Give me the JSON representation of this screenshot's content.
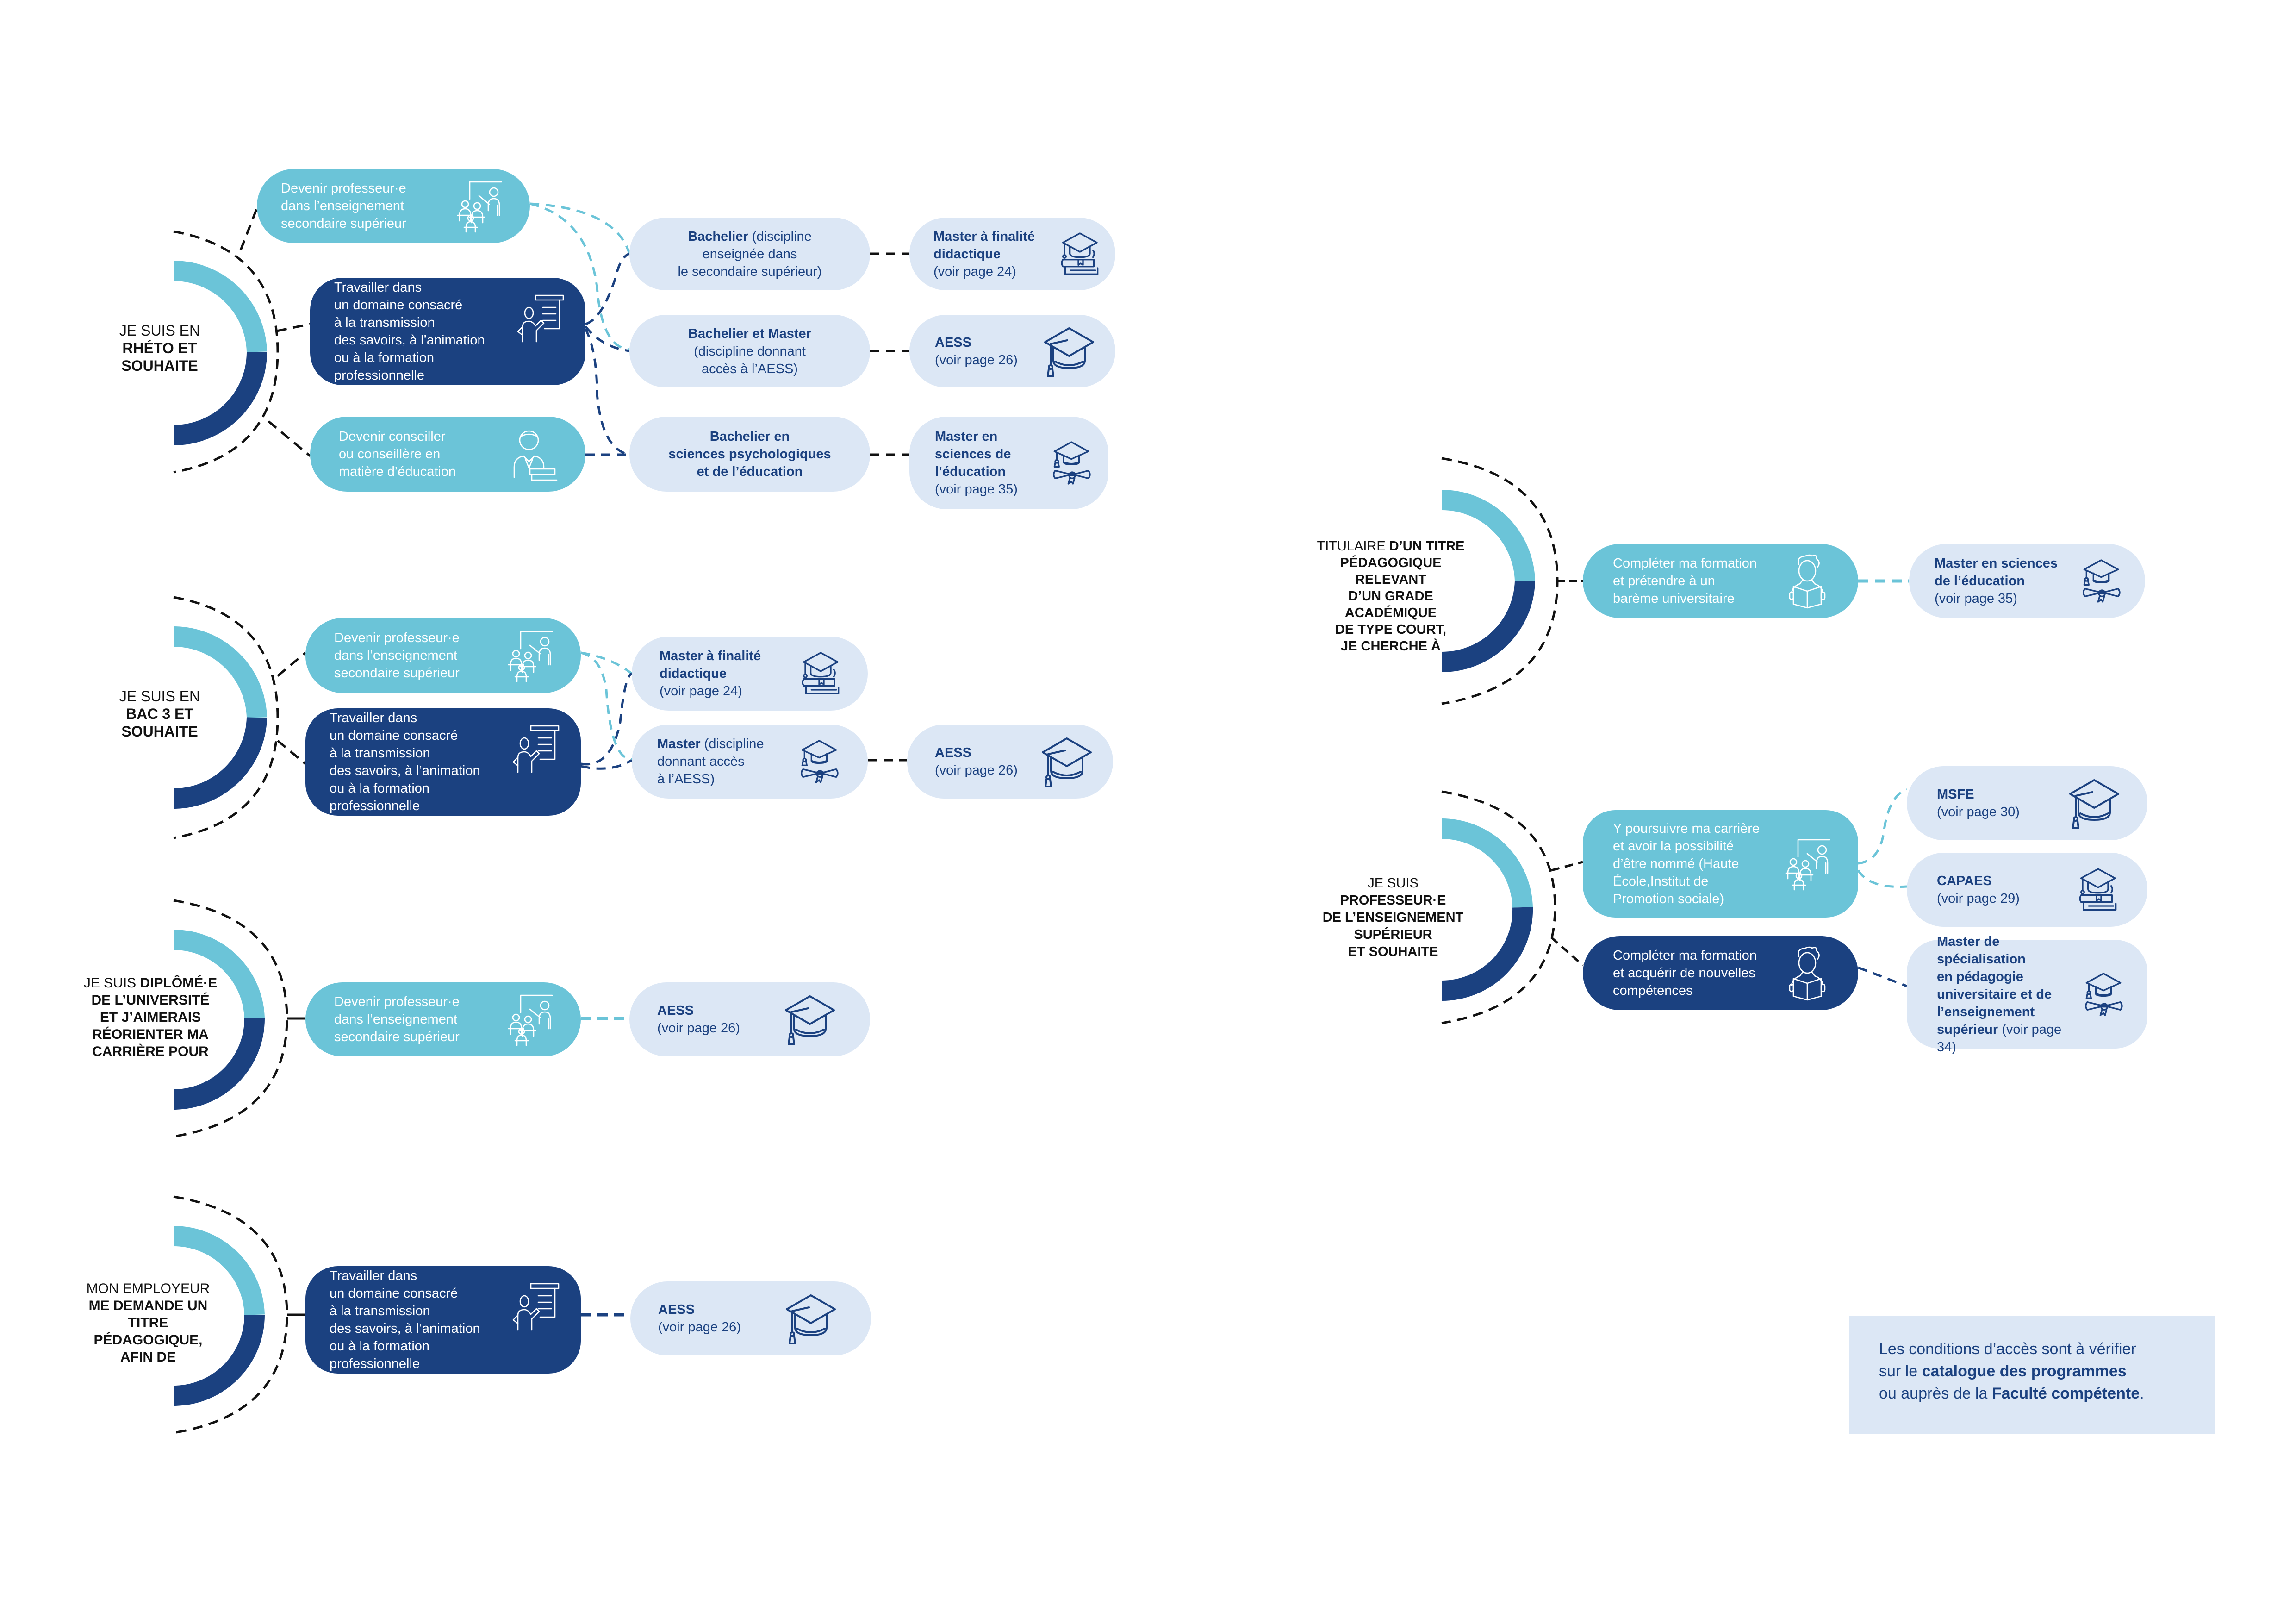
{
  "colors": {
    "light_cyan": "#6BC4D8",
    "navy": "#1B4180",
    "pale_blue": "#DCE7F5",
    "text_dark": "#111111"
  },
  "sections": [
    {
      "id": "rheto",
      "start": {
        "line1": "JE SUIS EN",
        "line2": "RHÉTO ET",
        "line3": "SOUHAITE"
      },
      "goals": [
        {
          "text": [
            "Devenir professeur·e",
            "dans l’enseignement",
            "secondaire supérieur"
          ],
          "icon": "classroom-teacher-icon",
          "style": "light"
        },
        {
          "text": [
            "Travailler dans",
            "un domaine consacré",
            "à la transmission",
            "des savoirs, à l’animation",
            "ou à la formation professionnelle"
          ],
          "icon": "presenter-board-icon",
          "style": "dark"
        },
        {
          "text": [
            "Devenir conseiller",
            "ou conseillère en",
            "matière d’éducation"
          ],
          "icon": "advisor-books-icon",
          "style": "light"
        }
      ],
      "studies": [
        {
          "bold": "Bachelier",
          "rest": " (discipline",
          "lines": [
            "enseignée dans",
            "le secondaire supérieur)"
          ]
        },
        {
          "bold": "Bachelier et Master",
          "rest": "",
          "lines": [
            "(discipline donnant",
            "accès à l’AESS)"
          ]
        },
        {
          "bold_lines": [
            "Bachelier en",
            "sciences psychologiques",
            "et de l’éducation"
          ]
        }
      ],
      "outcomes": [
        {
          "title_lines": [
            "Master à finalité",
            "didactique"
          ],
          "ref": "(voir page 24)",
          "icon": "graduation-books-icon"
        },
        {
          "title_lines": [
            "AESS"
          ],
          "ref": "(voir page 26)",
          "icon": "graduation-cap-icon"
        },
        {
          "title_lines": [
            "Master en",
            "sciences de",
            "l’éducation"
          ],
          "ref": "(voir page 35)",
          "icon": "cap-diploma-icon"
        }
      ]
    },
    {
      "id": "bac3",
      "start": {
        "line1": "JE SUIS EN",
        "line2": "BAC 3 ET",
        "line3": "SOUHAITE"
      },
      "goals": [
        {
          "text": [
            "Devenir professeur·e",
            "dans l’enseignement",
            "secondaire supérieur"
          ],
          "icon": "classroom-teacher-icon",
          "style": "light"
        },
        {
          "text": [
            "Travailler dans",
            "un domaine consacré",
            "à la transmission",
            "des savoirs, à l’animation",
            "ou à la formation professionnelle"
          ],
          "icon": "presenter-board-icon",
          "style": "dark"
        }
      ],
      "studies": [
        {
          "title_lines": [
            "Master à finalité",
            "didactique"
          ],
          "ref": "(voir page 24)",
          "icon": "graduation-books-icon"
        },
        {
          "bold": "Master",
          "rest": " (discipline",
          "lines": [
            "donnant accès",
            "à l’AESS)"
          ],
          "icon": "cap-diploma-icon"
        }
      ],
      "outcomes": [
        {
          "title_lines": [
            "AESS"
          ],
          "ref": "(voir page 26)",
          "icon": "graduation-cap-icon"
        }
      ]
    },
    {
      "id": "diplome",
      "start": {
        "reg": "JE SUIS ",
        "bold_first": "DIPLÔMÉ·E",
        "bold_lines": [
          "DE L’UNIVERSITÉ",
          "ET J’AIMERAIS",
          "RÉORIENTER MA",
          "CARRIÈRE POUR"
        ]
      },
      "goals": [
        {
          "text": [
            "Devenir professeur·e",
            "dans l’enseignement",
            "secondaire supérieur"
          ],
          "icon": "classroom-teacher-icon",
          "style": "light"
        }
      ],
      "outcomes": [
        {
          "title_lines": [
            "AESS"
          ],
          "ref": "(voir page 26)",
          "icon": "graduation-cap-icon"
        }
      ]
    },
    {
      "id": "employeur",
      "start": {
        "reg_line": "MON EMPLOYEUR",
        "bold_lines": [
          "ME DEMANDE UN",
          "TITRE PÉDAGOGIQUE,",
          "AFIN DE"
        ]
      },
      "goals": [
        {
          "text": [
            "Travailler dans",
            "un domaine consacré",
            "à la transmission",
            "des savoirs, à l’animation",
            "ou à la formation professionnelle"
          ],
          "icon": "presenter-board-icon",
          "style": "dark"
        }
      ],
      "outcomes": [
        {
          "title_lines": [
            "AESS"
          ],
          "ref": "(voir page 26)",
          "icon": "graduation-cap-icon"
        }
      ]
    },
    {
      "id": "titulaire",
      "start": {
        "reg": "TITULAIRE ",
        "bold_first": "D’UN TITRE",
        "bold_lines": [
          "PÉDAGOGIQUE RELEVANT",
          "D’UN GRADE ACADÉMIQUE",
          "DE TYPE COURT,",
          "JE CHERCHE À"
        ]
      },
      "goals": [
        {
          "text": [
            "Compléter ma formation",
            "et prétendre à un",
            "barème universitaire"
          ],
          "icon": "student-reading-icon",
          "style": "light"
        }
      ],
      "outcomes": [
        {
          "title_lines": [
            "Master en sciences",
            "de l’éducation"
          ],
          "ref": "(voir page 35)",
          "icon": "cap-diploma-icon"
        }
      ]
    },
    {
      "id": "professeur",
      "start": {
        "reg": "JE SUIS ",
        "bold_first": "PROFESSEUR·E",
        "bold_lines": [
          "DE L’ENSEIGNEMENT",
          "SUPÉRIEUR",
          "ET SOUHAITE"
        ]
      },
      "goals": [
        {
          "text": [
            "Y poursuivre ma carrière",
            "et avoir la possibilité",
            "d’être nommé (Haute",
            "École,Institut de",
            "Promotion sociale)"
          ],
          "icon": "classroom-teacher-icon",
          "style": "light"
        },
        {
          "text": [
            "Compléter ma formation",
            "et acquérir de nouvelles",
            "compétences"
          ],
          "icon": "student-reading-icon",
          "style": "dark"
        }
      ],
      "outcomes": [
        {
          "title_lines": [
            "MSFE"
          ],
          "ref": "(voir page 30)",
          "icon": "graduation-cap-icon"
        },
        {
          "title_lines": [
            "CAPAES"
          ],
          "ref": "(voir page 29)",
          "icon": "graduation-books-icon"
        },
        {
          "title_lines": [
            "Master de spécialisation",
            "en pédagogie",
            "universitaire et de",
            "l’enseignement"
          ],
          "last_bold": "supérieur",
          "ref": " (voir page 34)",
          "icon": "cap-diploma-icon"
        }
      ]
    }
  ],
  "note": {
    "line1": "Les conditions d’accès sont à vérifier",
    "line2_reg": "sur le ",
    "line2_bold": "catalogue des programmes",
    "line3_reg": "ou auprès de la ",
    "line3_bold": "Faculté compétente",
    "line3_end": "."
  }
}
